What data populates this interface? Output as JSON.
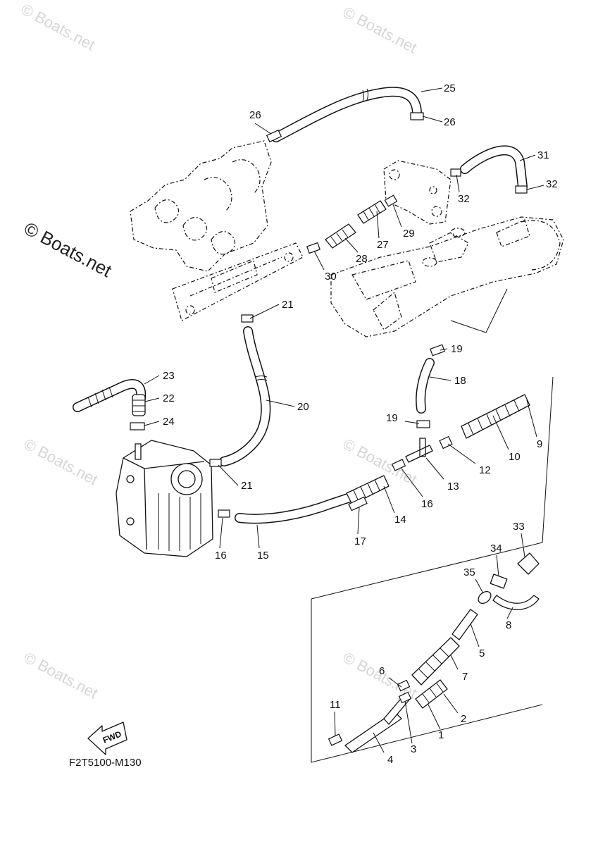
{
  "watermarks": [
    "© Boats.net",
    "© Boats.net",
    "© Boats.net",
    "© Boats.net",
    "© Boats.net",
    "© Boats.net"
  ],
  "copyright_mark": "© Boats.net",
  "drawing_code": "F2T5100-M130",
  "fwd_label": "FWD",
  "callouts": [
    "1",
    "2",
    "3",
    "4",
    "5",
    "6",
    "7",
    "8",
    "9",
    "10",
    "11",
    "12",
    "13",
    "14",
    "15",
    "16",
    "16",
    "17",
    "18",
    "19",
    "19",
    "20",
    "21",
    "21",
    "22",
    "23",
    "24",
    "25",
    "26",
    "26",
    "27",
    "28",
    "29",
    "30",
    "31",
    "32",
    "32",
    "33",
    "34",
    "35"
  ]
}
